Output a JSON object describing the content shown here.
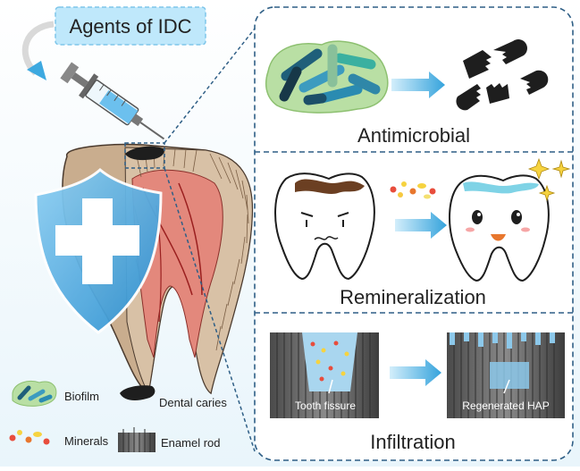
{
  "title": "Agents of IDC",
  "panels": {
    "antimicrobial": "Antimicrobial",
    "remineralization": "Remineralization",
    "infiltration": "Infiltration",
    "tooth_fissure": "Tooth fissure",
    "regenerated_hap": "Regenerated HAP"
  },
  "legend": {
    "biofilm": "Biofilm",
    "dental_caries": "Dental caries",
    "minerals": "Minerals",
    "enamel_rod": "Enamel rod"
  },
  "colors": {
    "accent_blue": "#3da9e0",
    "title_box": "#bfe8fb",
    "panel_border": "#2f5f86",
    "dentin_red": "#e3887c",
    "biofilm_green": "#b9dfa4"
  }
}
